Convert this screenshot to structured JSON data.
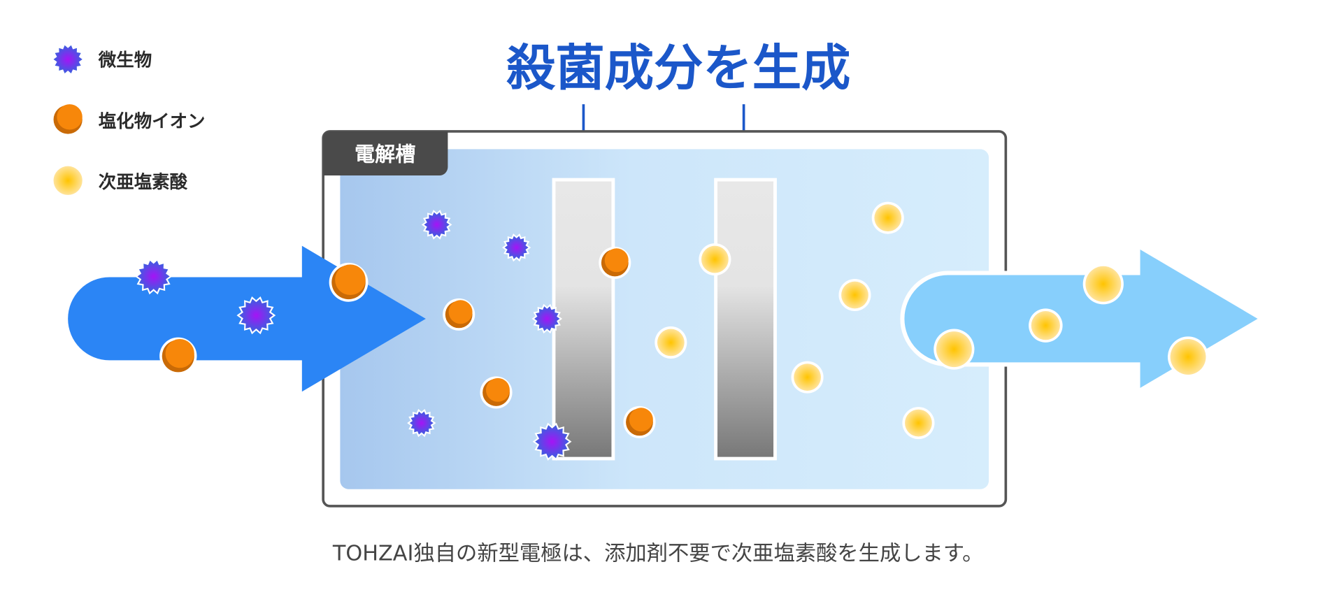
{
  "legend": [
    {
      "label": "微生物",
      "icon": "microbe-icon"
    },
    {
      "label": "塩化物イオン",
      "icon": "chloride-ion-icon"
    },
    {
      "label": "次亜塩素酸",
      "icon": "hypochlorous-acid-icon"
    }
  ],
  "title": "殺菌成分を生成",
  "tank_label": "電解槽",
  "caption": "TOHZAI独自の新型電極は、添加剤不要で次亜塩素酸を生成します。",
  "colors": {
    "title": "#1b57c9",
    "inflow_arrow": "#2b85f5",
    "outflow_arrow": "#87cffc",
    "chloride": "#f7870a",
    "hypochlorous": "#ffc81a",
    "microbe": "#7a2ff0",
    "tank_border": "#555555"
  }
}
